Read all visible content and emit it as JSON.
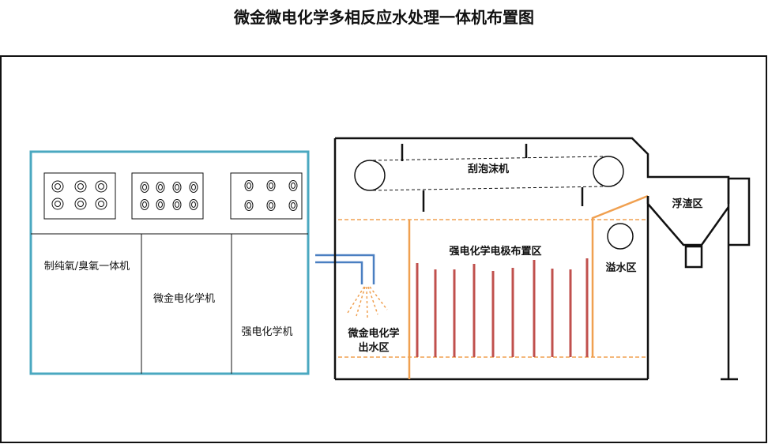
{
  "title": "微金微电化学多相反应水处理一体机布置图",
  "labels": {
    "chlorine_unit": "制纯氧/臭氧一体机",
    "micro_unit": "微金电化学机",
    "strong_unit": "强电化学机",
    "skimmer": "刮泡沫机",
    "electrode_zone": "强电化学电极布置区",
    "overflow_zone": "溢水区",
    "scum_zone": "浮渣区",
    "outlet_line1": "微金电化学",
    "outlet_line2": "出水区"
  },
  "colors": {
    "cabinet_border": "#4aa8c0",
    "pipe": "#4a7fc1",
    "orange": "#f0a050",
    "electrode": "#c0504d",
    "line": "#111111"
  }
}
